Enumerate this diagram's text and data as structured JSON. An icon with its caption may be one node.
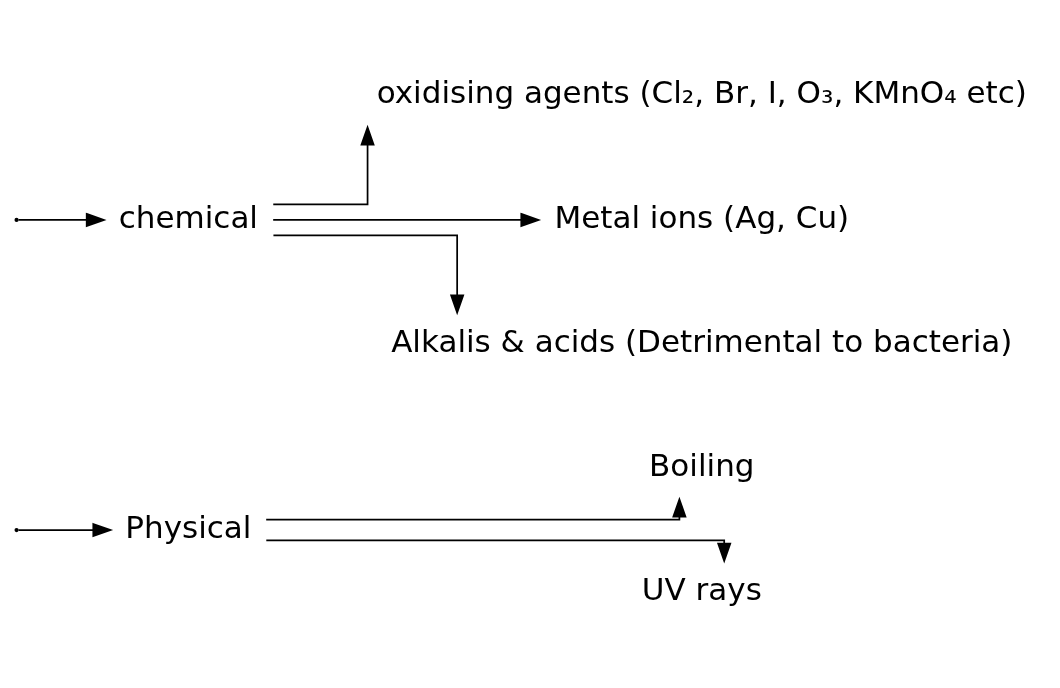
{
  "diagram": {
    "nodes": [
      {
        "text": [
          "Physical"
        ]
      },
      {
        "text": [
          "Boiling"
        ]
      },
      {
        "text": [
          "UV rays"
        ]
      },
      {
        "text": [
          "chemical"
        ]
      },
      {
        "text": [
          "oxidising agents (Cl₂, Br, I, O₃, KMnO₄ etc)"
        ]
      },
      {
        "text": [
          "Metal ions (Ag, Cu)"
        ]
      },
      {
        "text": [
          "Alkalis & acids (Detrimental to bacteria)"
        ]
      }
    ],
    "edges": [
      {
        "from": null,
        "to": 0,
        "arrow": "to"
      },
      {
        "from": null,
        "to": 3,
        "arrow": "to"
      },
      {
        "from": 0,
        "to": 1,
        "arrow": "to"
      },
      {
        "from": 0,
        "to": 2,
        "arrow": "to"
      },
      {
        "from": 3,
        "to": 4,
        "arrow": "to"
      },
      {
        "from": 3,
        "to": 5,
        "arrow": "to"
      },
      {
        "from": 3,
        "to": 6,
        "arrow": "to"
      }
    ]
  }
}
